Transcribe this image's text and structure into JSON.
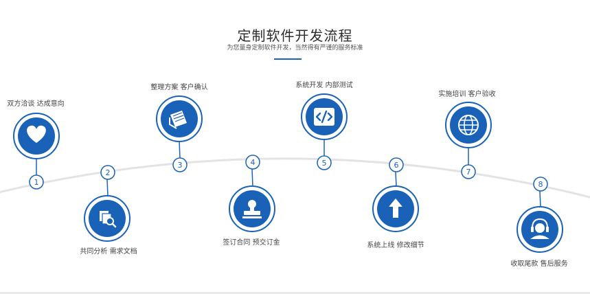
{
  "header": {
    "title": "定制软件开发流程",
    "subtitle": "为您量身定制软件开发，当然得有严谨的服务标准"
  },
  "colors": {
    "primary": "#1a62b8",
    "arc": "#e3e3e3"
  },
  "steps": [
    {
      "number": "1",
      "label": "双方洽谈 达成意向",
      "icon": "heart-icon"
    },
    {
      "number": "2",
      "label": "共同分析 需求文档",
      "icon": "document-search-icon"
    },
    {
      "number": "3",
      "label": "整理方案 客户确认",
      "icon": "notebook-pen-icon"
    },
    {
      "number": "4",
      "label": "签订合同 预交订金",
      "icon": "stamp-icon"
    },
    {
      "number": "5",
      "label": "系统开发 内部测试",
      "icon": "code-icon"
    },
    {
      "number": "6",
      "label": "系统上线 修改细节",
      "icon": "upload-arrow-icon"
    },
    {
      "number": "7",
      "label": "实施培训 客户验收",
      "icon": "globe-icon"
    },
    {
      "number": "8",
      "label": "收取尾款 售后服务",
      "icon": "headset-icon"
    }
  ]
}
